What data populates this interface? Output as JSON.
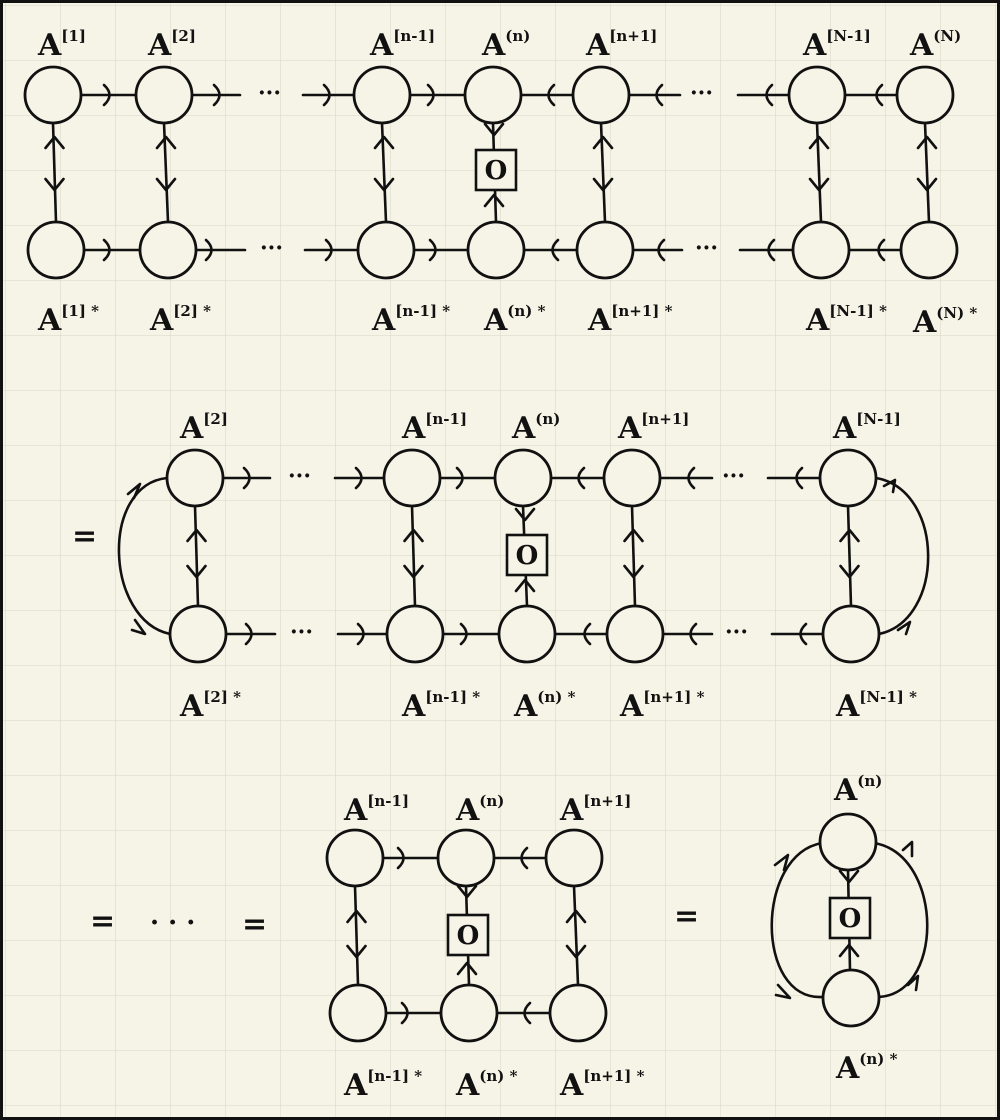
{
  "labels": {
    "top": {
      "A1": "A",
      "A1_sup": "[1]",
      "A2": "A",
      "A2_sup": "[2]",
      "An1": "A",
      "An1_sup": "[n-1]",
      "An": "A",
      "An_sup": "(n)",
      "Ap1": "A",
      "Ap1_sup": "[n+1]",
      "AN1": "A",
      "AN1_sup": "[N-1]",
      "AN": "A",
      "AN_sup": "(N)",
      "A1s": "A",
      "A1s_sup": "[1] *",
      "A2s": "A",
      "A2s_sup": "[2] *",
      "An1s": "A",
      "An1s_sup": "[n-1] *",
      "Ans": "A",
      "Ans_sup": "(n) *",
      "Ap1s": "A",
      "Ap1s_sup": "[n+1] *",
      "AN1s": "A",
      "AN1s_sup": "[N-1] *",
      "ANs": "A",
      "ANs_sup": "(N) *"
    },
    "mid": {
      "A2": "A",
      "A2_sup": "[2]",
      "An1": "A",
      "An1_sup": "[n-1]",
      "An": "A",
      "An_sup": "(n)",
      "Ap1": "A",
      "Ap1_sup": "[n+1]",
      "AN1": "A",
      "AN1_sup": "[N-1]",
      "A2s": "A",
      "A2s_sup": "[2] *",
      "An1s": "A",
      "An1s_sup": "[n-1] *",
      "Ans": "A",
      "Ans_sup": "(n) *",
      "Ap1s": "A",
      "Ap1s_sup": "[n+1] *",
      "AN1s": "A",
      "AN1s_sup": "[N-1] *"
    },
    "bot": {
      "An1": "A",
      "An1_sup": "[n-1]",
      "An": "A",
      "An_sup": "(n)",
      "Ap1": "A",
      "Ap1_sup": "[n+1]",
      "An1s": "A",
      "An1s_sup": "[n-1] *",
      "Ans": "A",
      "Ans_sup": "(n) *",
      "Ap1s": "A",
      "Ap1s_sup": "[n+1] *",
      "R_An": "A",
      "R_An_sup": "(n)",
      "R_Ans": "A",
      "R_Ans_sup": "(n) *"
    },
    "operator": "O",
    "ellipsis": "···",
    "equals": "=",
    "dots_long": "· · ·"
  }
}
